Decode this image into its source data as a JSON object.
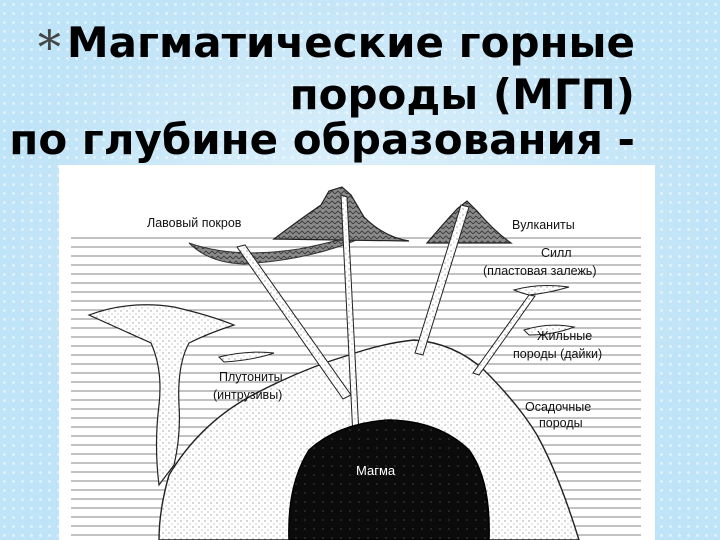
{
  "title": {
    "marker": "*",
    "line1": "Магматические горные",
    "line2": "породы (МГП)",
    "line3": "по глубине образования -"
  },
  "diagram": {
    "labels": {
      "lava_cover": "Лавовый покров",
      "volcanics": "Вулканиты",
      "sill_1": "Силл",
      "sill_2": "(пластовая залежь)",
      "vein_1": "Жильные",
      "vein_2": "породы (дайки)",
      "plutonites_1": "Плутониты",
      "plutonites_2": "(интрузивы)",
      "sedimentary_1": "Осадочные",
      "sedimentary_2": "породы",
      "magma": "Магма"
    }
  }
}
